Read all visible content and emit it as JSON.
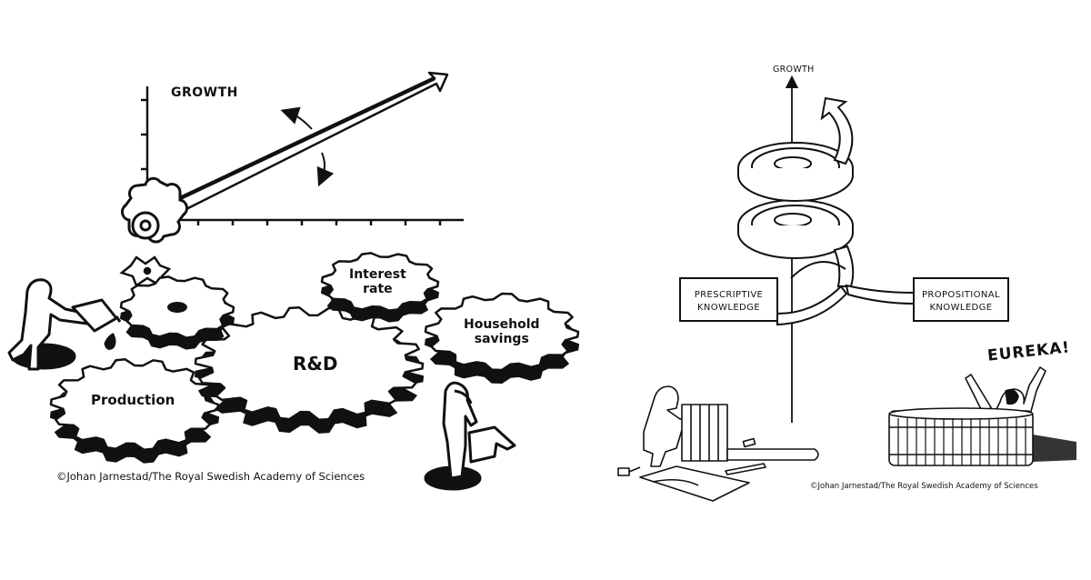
{
  "left_illustration": {
    "axis_label": "GROWTH",
    "gears": [
      {
        "id": "production",
        "label": "Production"
      },
      {
        "id": "rnd",
        "label": "R&D"
      },
      {
        "id": "interest-rate",
        "label_line1": "Interest",
        "label_line2": "rate"
      },
      {
        "id": "household-savings",
        "label_line1": "Household",
        "label_line2": "savings"
      }
    ],
    "credit": "©Johan Jarnestad/The Royal Swedish Academy of Sciences"
  },
  "right_illustration": {
    "axis_label": "GROWTH",
    "boxes": {
      "left": {
        "line1": "PRESCRIPTIVE",
        "line2": "KNOWLEDGE"
      },
      "right": {
        "line1": "PROPOSITIONAL",
        "line2": "KNOWLEDGE"
      }
    },
    "exclamation": "EUREKA!",
    "credit": "©Johan Jarnestad/The Royal Swedish Academy of Sciences"
  },
  "colors": {
    "ink": "#111111",
    "paper": "#ffffff"
  }
}
